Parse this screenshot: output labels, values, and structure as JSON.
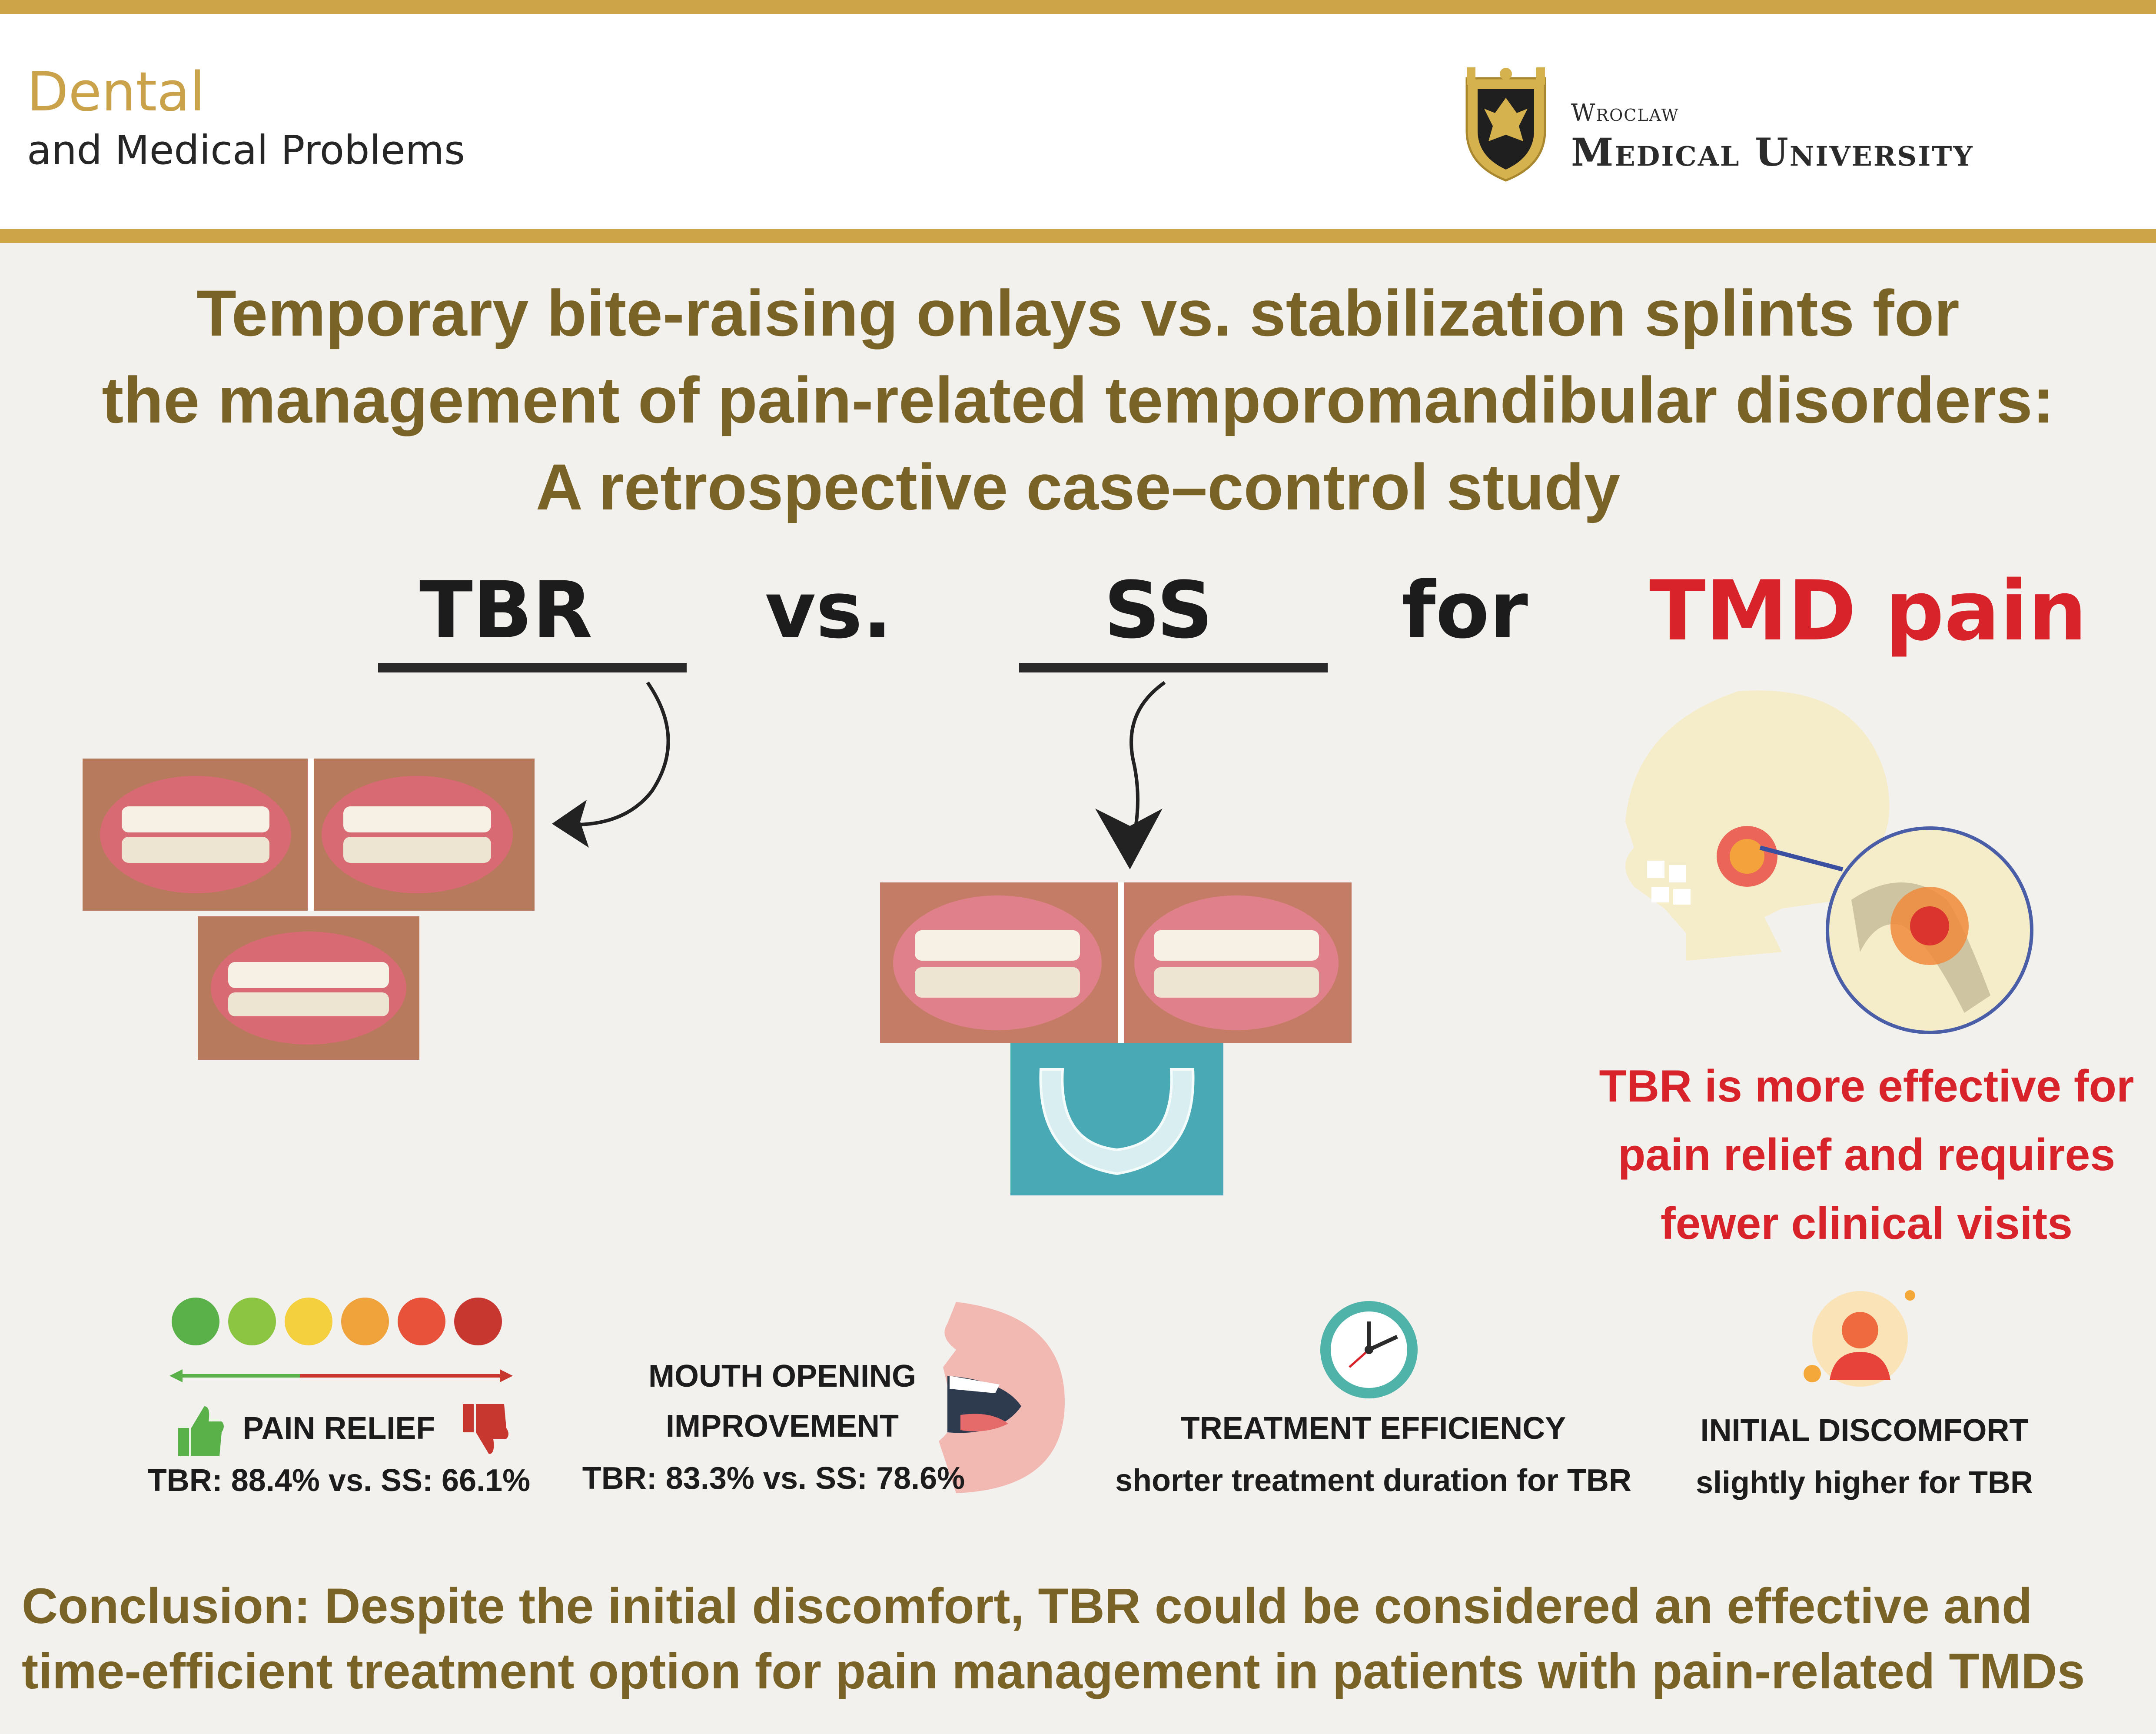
{
  "header": {
    "journal_line1": "Dental",
    "journal_line2": "and Medical Problems",
    "university_small": "Wroclaw",
    "university_big": "Medical University"
  },
  "title": {
    "line1": "Temporary bite-raising onlays vs. stabilization splints for",
    "line2": "the management of pain-related temporomandibular disorders:",
    "line3": "A retrospective case–control study"
  },
  "comparison": {
    "left": "TBR",
    "vs": "vs.",
    "right": "SS",
    "for": "for",
    "condition": "TMD pain"
  },
  "claim": {
    "line1": "TBR is more effective for",
    "line2": "pain relief and requires",
    "line3": "fewer clinical visits"
  },
  "stats": {
    "pain_relief_label": "PAIN RELIEF",
    "pain_relief_value": "TBR: 88.4% vs. SS: 66.1%",
    "mouth_label1": "MOUTH OPENING",
    "mouth_label2": "IMPROVEMENT",
    "mouth_value": "TBR: 83.3% vs. SS: 78.6%",
    "efficiency_label": "TREATMENT EFFICIENCY",
    "efficiency_value": "shorter treatment duration for TBR",
    "discomfort_label": "INITIAL DISCOMFORT",
    "discomfort_value": "slightly higher for TBR"
  },
  "conclusion": {
    "line1": "Conclusion: Despite the initial discomfort, TBR could be considered an effective and",
    "line2": "time-efficient treatment option for pain management in patients with pain-related TMDs"
  },
  "colors": {
    "gold": "#cda448",
    "olive": "#7a6326",
    "red": "#d8232a"
  },
  "icons": [
    "shield-crest-icon",
    "arrow-icon",
    "smiley-scale-icon",
    "thumbs-up-icon",
    "thumbs-down-icon",
    "open-mouth-icon",
    "clock-icon",
    "stressed-person-icon",
    "skull-jaw-icon"
  ]
}
